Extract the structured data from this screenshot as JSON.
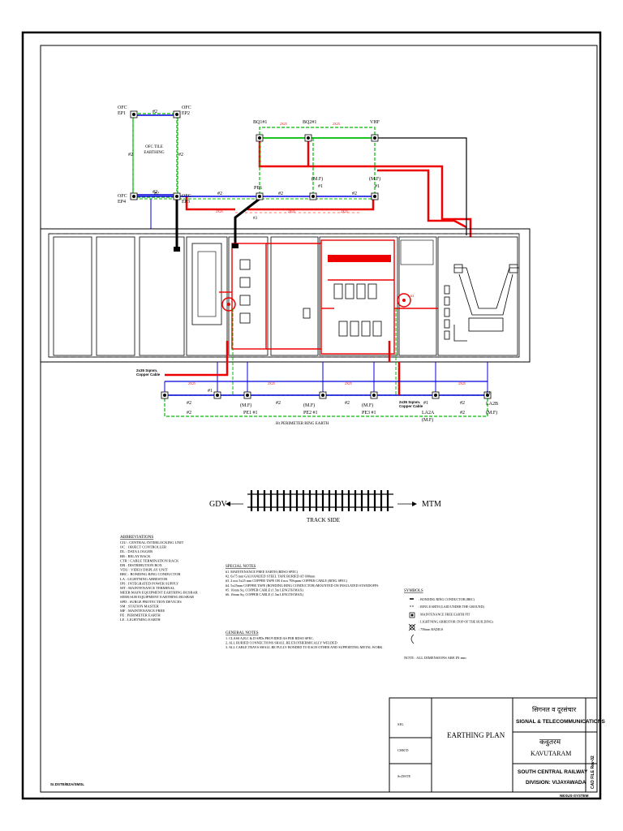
{
  "colors": {
    "earth": "#00bb00",
    "bus": "#0000dd",
    "power": "#ee0000",
    "ink": "#000000"
  },
  "pits": {
    "ofc_ep1": "OFC\nEP1",
    "ofc_ep2": "OFC\nEP2",
    "ofc_ep3": "OFC\nEP3",
    "ofc_ep4": "OFC\nEP4",
    "bq1": "BQ1#1",
    "bq2": "BQ2#1",
    "vhf": "VHF",
    "pe6": "PE6",
    "mf1": "(M.F)",
    "mf2": "(M.F)",
    "mf3": "(M.F)",
    "mf4": "(M.F)",
    "mf5": "(M.F)",
    "mf6": "(M.F)",
    "mf7": "(M.F)",
    "pe1": "PE1 #1",
    "pe2": "PE2 #1",
    "pe3": "PE3 #1",
    "la2a": "LA2A",
    "la2b": "LA2B"
  },
  "text": {
    "ofc_earthing": "OFC\nTILE\nEARTHING",
    "cable_left": "2x35 Sqmm.\nCopper Cable",
    "cable_right": "2x35 Sqmm.\nCopper Cable",
    "perimeter": "Ht PERIMETER RING EARTH",
    "la_label": "LA1",
    "la_label2": "LA2",
    "gdv": "GDV",
    "mtm": "MTM",
    "track_side": "TRACK SIDE"
  },
  "abbreviations": {
    "title": "ABBREVIATIONS",
    "items": [
      "CIU : CENTRAL INTERLOCKING UNIT",
      "OC : OBJECT CONTROLLER",
      "DL : DATA LOGGER",
      "RR : RELAY RACK",
      "CTR : CABLE TERMINATION RACK",
      "DB : DISTRIBUTION BOX",
      "VDU : VIDEO DISPLAY UNIT",
      "BRC : BONDING RING CONDUCTOR",
      "LA : LIGHTNING ARRESTOR",
      "IPS : INTEGRATED POWER SUPPLY",
      "MT : MAINTENANCE TERMINAL",
      "MEEB:MAIN EQUIPMENT EARTHING BUSBAR",
      "SEEB:SUB EQUIPMENT EARTHING BUSBAR",
      "SPD : SURGE PROTECTION DEVICES",
      "SM : STATION MASTER",
      "MF : MAINTENANCE FREE",
      "PE : PERIMETER EARTH",
      "LE : LIGHTNING EARTH"
    ]
  },
  "special_notes": {
    "title": "SPECIAL NOTES",
    "items": [
      "#1. MAINTENANCE FREE EARTH (RDSO SPEC)",
      "#2. 6x75 mm GALVANIZED STEEL TAPE BURIED AT 600mm",
      "#3. 2 nos 5x25 mm COPPER TAPE OR 4 nos 70Sqmm COPPER CABLE (RING SPEC)",
      "#4. 5x25mm COPPER TAPE (BONDING RING CONDUCTOR) MOUNTED ON INSULATED STANDOFFS",
      "#5. 16mm Sq. COPPER CABLE (1.5m LENGTH MAX)",
      "#6. 16mm Sq. COPPER CABLE (1.5m LENGTH MAX)"
    ]
  },
  "general_notes": {
    "title": "GENERAL NOTES",
    "items": [
      "1. CLASS A,B,C & D SPDs PROVIDED AS PER RDSO SPEC.",
      "2. ALL BURIED CONNECTIONS SHALL BE EXOTHERMICALLY WELDED",
      "3. ALL CABLE TRAYS SHALL BE FULLY BONDED TO EACH OTHER AND SUPPORTING METAL WORK."
    ]
  },
  "symbols": {
    "title": "SYMBOLS",
    "items": [
      ": BONDING RING CONDUCTOR (BRC)",
      ": RING EARTH (LAID UNDER THE GROUND)",
      ": MAINTENANCE FREE EARTH PIT",
      ": LIGHTNING ARRESTOR (TOP OF THE BUILDING)",
      ": 750mm RADIUS"
    ],
    "note": "NOTE : ALL DIMENSIONS ARE IN mm"
  },
  "title_block": {
    "row1": "SIG",
    "row2": "CHK'D",
    "row3": "Sr.DSTE",
    "drawing_title": "EARTHING PLAN",
    "dept_hindi": "सिगनल व दूरसंचार",
    "dept": "SIGNAL & TELECOMMUNICATIONS",
    "station_hindi": "कवुतरम",
    "station": "KAVUTARAM",
    "railway": "SOUTH CENTRAL RAILWAY",
    "division": "DIVISION: VIJAYAWADA",
    "left_code": "Sr.DSTE/BZA/SMSL",
    "right_code": "NEXUS-SYSTEM",
    "side_code": "CAD FILE Rev-02"
  }
}
